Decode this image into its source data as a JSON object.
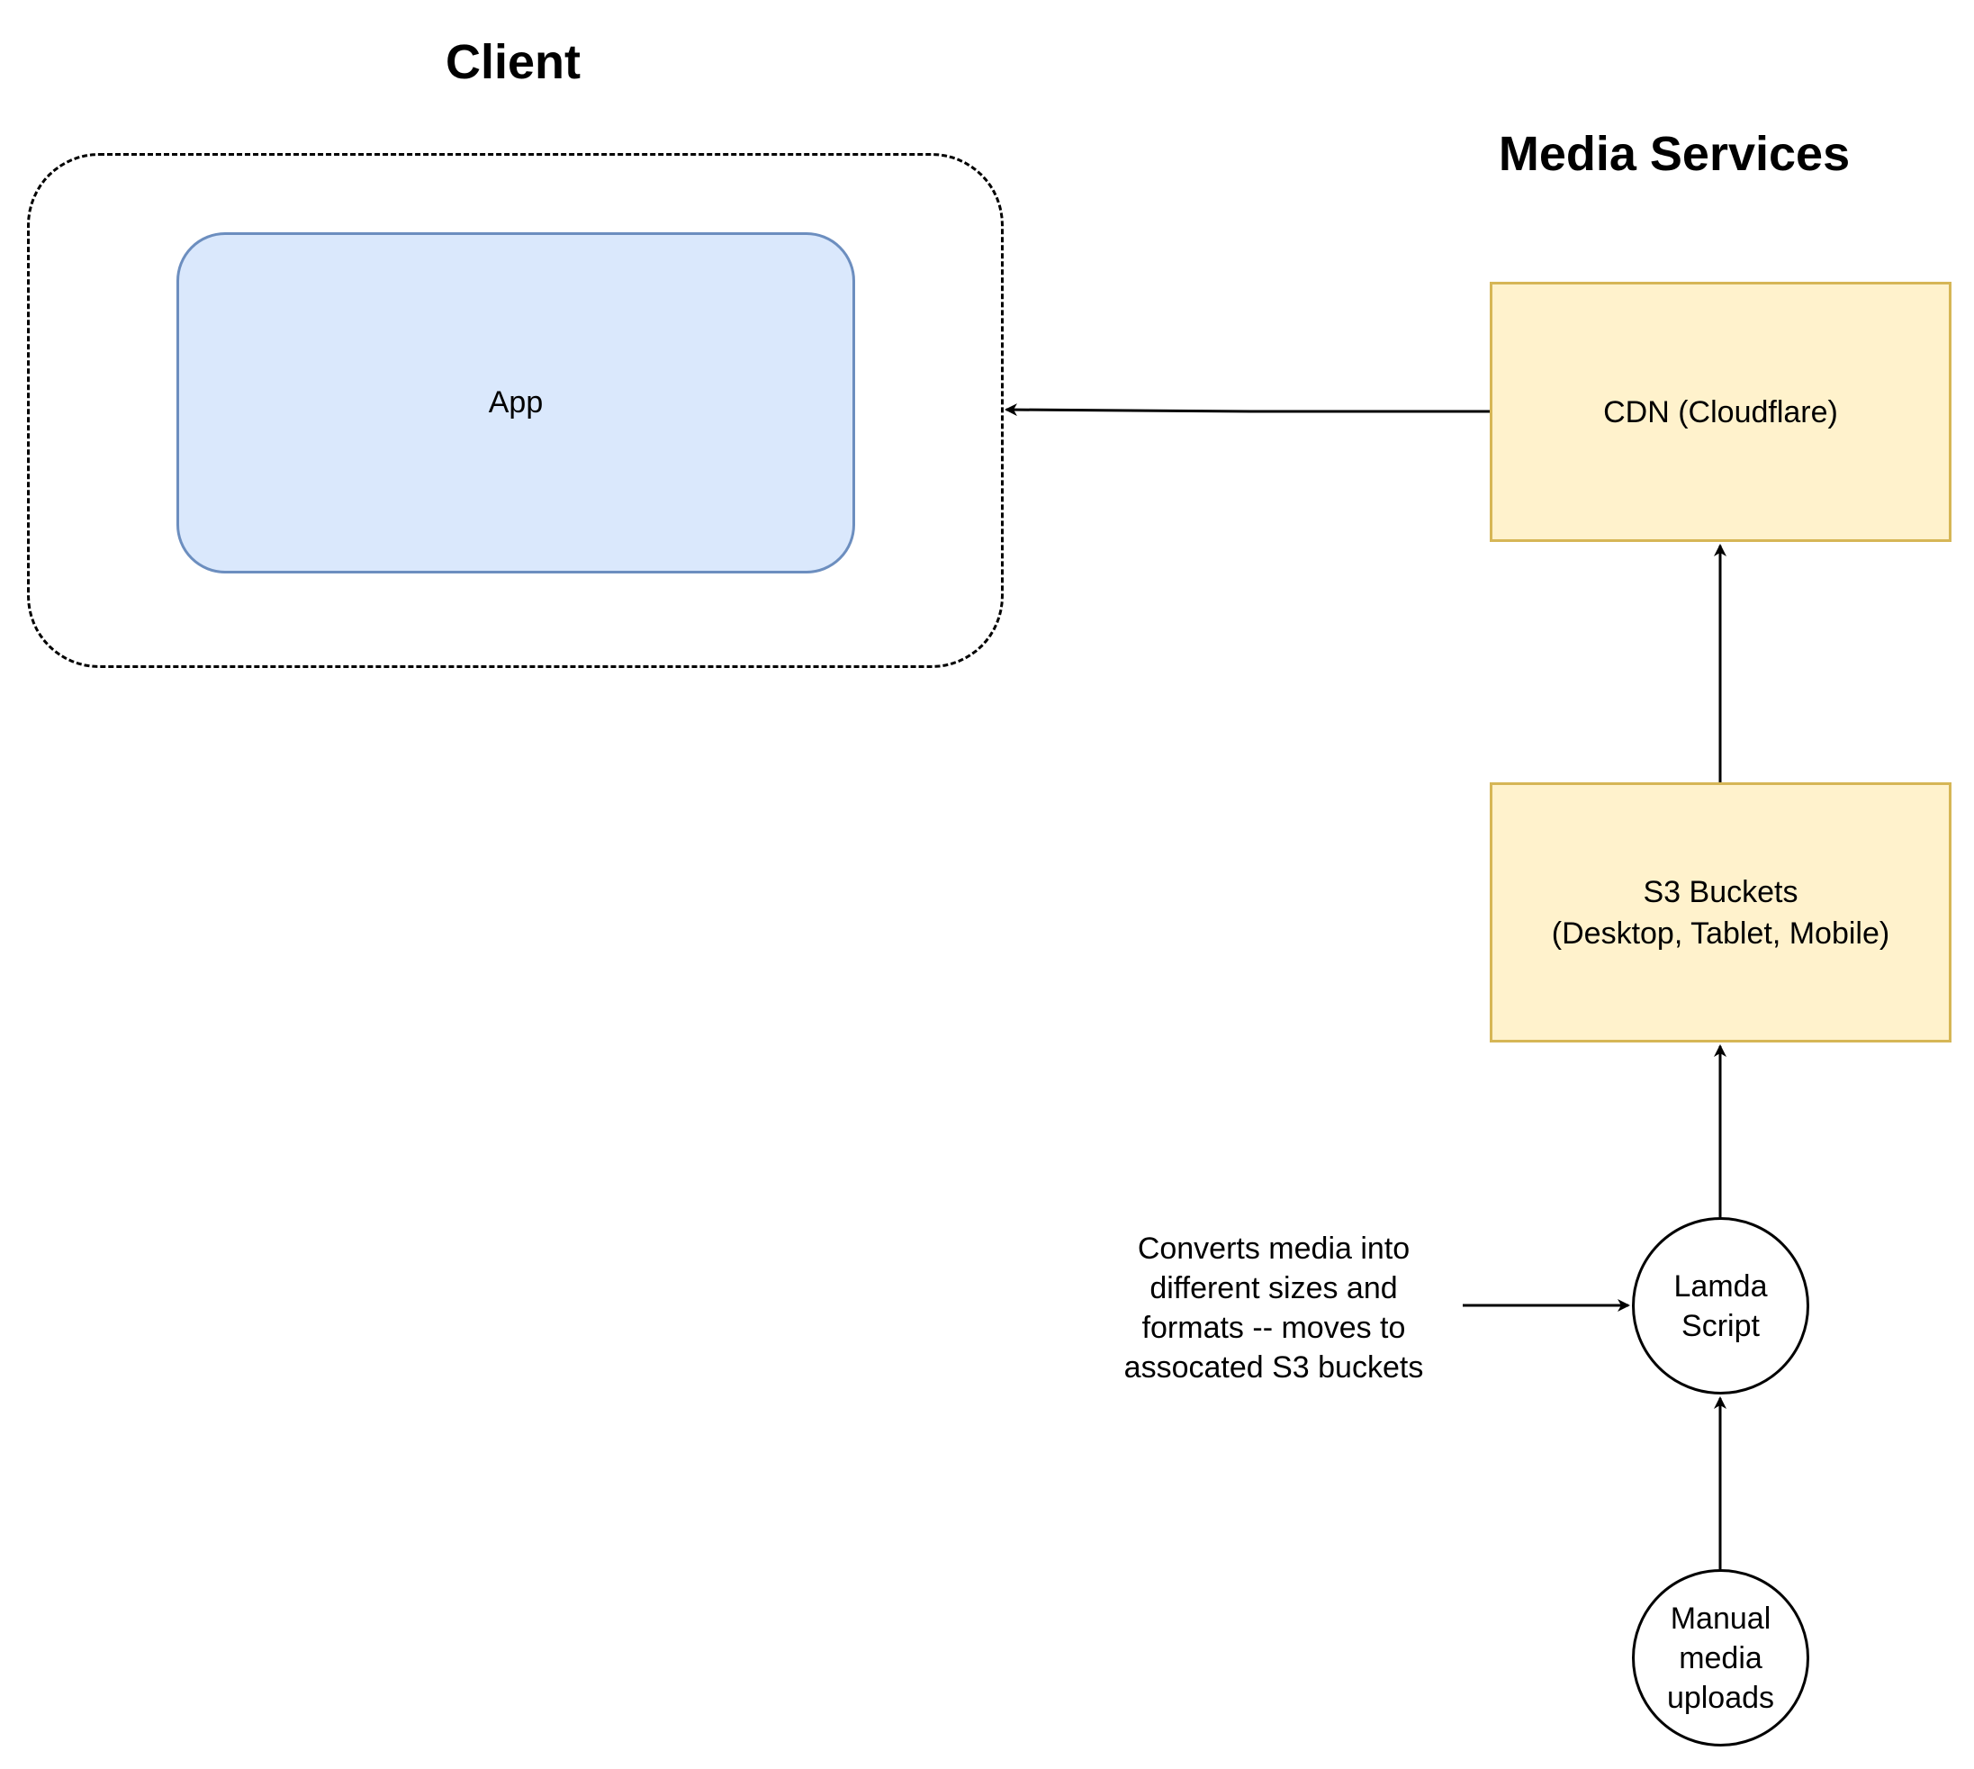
{
  "headings": {
    "client": "Client",
    "media_services": "Media Services"
  },
  "nodes": {
    "app": "App",
    "cdn": "CDN (Cloudflare)",
    "s3_line1": "S3 Buckets",
    "s3_line2": "(Desktop, Tablet, Mobile)",
    "lamda_line1": "Lamda",
    "lamda_line2": "Script",
    "manual_line1": "Manual",
    "manual_line2": "media",
    "manual_line3": "uploads"
  },
  "note": {
    "line1": "Converts media into",
    "line2": "different sizes and",
    "line3": "formats -- moves to",
    "line4": "assocated S3 buckets"
  },
  "colors": {
    "app_fill": "#dae8fc",
    "app_stroke": "#6c8ebf",
    "service_fill": "#fff2cc",
    "service_stroke": "#d6b656"
  }
}
